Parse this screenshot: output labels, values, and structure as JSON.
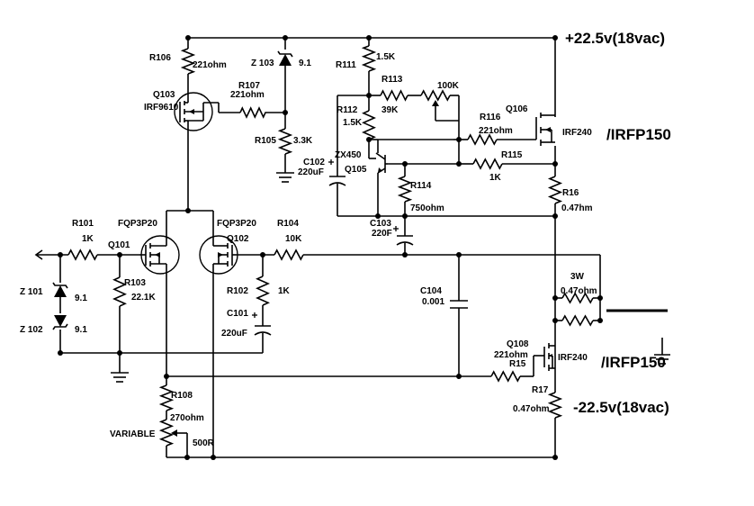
{
  "supply": {
    "positive": "+22.5v(18vac)",
    "negative": "-22.5v(18vac)"
  },
  "alt_part_upper": "/IRFP150",
  "alt_part_lower": "/IRFP150",
  "labels": {
    "R106": "R106",
    "R106_val": "221ohm",
    "Q103": "Q103",
    "Q103_part": "IRF9610",
    "R107": "R107",
    "R107_val": "221ohm",
    "Z103": "Z 103",
    "Z103_val": "9.1",
    "R105": "R105",
    "R105_val": "3.3K",
    "R111": "R111",
    "R111_val": "1.5K",
    "R113": "R113",
    "R113_val": "39K",
    "pot_100k": "100K",
    "R112": "R112",
    "R112_val": "1.5K",
    "R116": "R116",
    "R116_val": "221ohm",
    "Q106": "Q106",
    "Q106_part": "IRF240",
    "C102": "C102",
    "C102_val": "220uF",
    "ZX450": "ZX450",
    "Q105": "Q105",
    "R115": "R115",
    "R115_val": "1K",
    "R114": "R114",
    "R114_val": "750ohm",
    "R16": "R16",
    "R16_val": "0.47hm",
    "C103": "C103",
    "C103_val": "220F",
    "R101": "R101",
    "R101_val": "1K",
    "Q101": "Q101",
    "Q101_part": "FQP3P20",
    "Q102": "Q102",
    "Q102_part": "FQP3P20",
    "R104": "R104",
    "R104_val": "10K",
    "Z101": "Z 101",
    "Z101_val": "9.1",
    "Z102": "Z 102",
    "Z102_val": "9.1",
    "R103": "R103",
    "R103_val": "22.1K",
    "R102": "R102",
    "R102_val": "1K",
    "C101": "C101",
    "C101_val": "220uF",
    "C104": "C104",
    "C104_val": "0.001",
    "R3W": "3W",
    "R3W_val": "0.47ohm",
    "Q108": "Q108",
    "Q108_part": "IRF240",
    "R15": "R15",
    "R15_val": "221ohm",
    "R17": "R17",
    "R17_val": "0.47ohm",
    "R108": "R108",
    "R108_val": "270ohm",
    "variable": "VARIABLE",
    "pot_500r": "500R"
  }
}
